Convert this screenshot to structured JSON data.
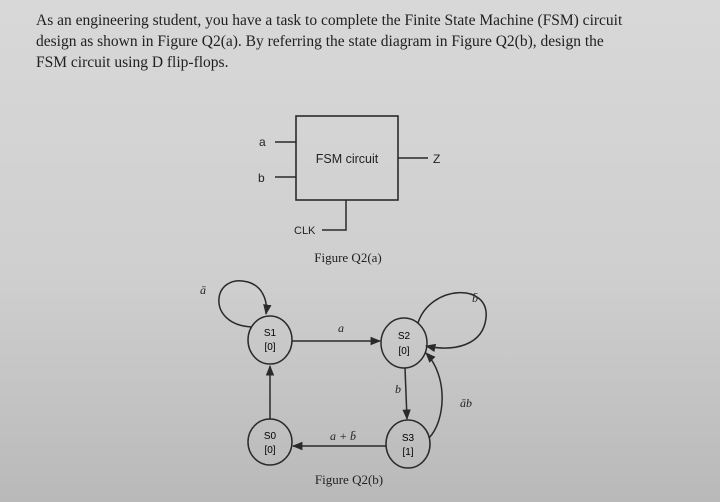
{
  "question": {
    "lines": [
      "As an engineering student, you have a task to complete the Finite State Machine (FSM) circuit",
      "design as shown in Figure Q2(a). By referring the state diagram in Figure Q2(b), design the",
      "FSM circuit using D flip-flops."
    ]
  },
  "figure_a": {
    "block_label": "FSM circuit",
    "input_a": "a",
    "input_b": "b",
    "output": "Z",
    "clock": "CLK",
    "caption": "Figure Q2(a)"
  },
  "figure_b": {
    "states": [
      {
        "name": "S1",
        "output": "[0]"
      },
      {
        "name": "S2",
        "output": "[0]"
      },
      {
        "name": "S0",
        "output": "[0]"
      },
      {
        "name": "S3",
        "output": "[1]"
      }
    ],
    "transitions": {
      "s1_self": "ā",
      "s1_to_s2": "a",
      "s2_self": "b̄",
      "s2_to_s3": "b",
      "s3_to_s2": "āb",
      "s3_to_s0": "a + b̄"
    },
    "caption": "Figure Q2(b)"
  }
}
